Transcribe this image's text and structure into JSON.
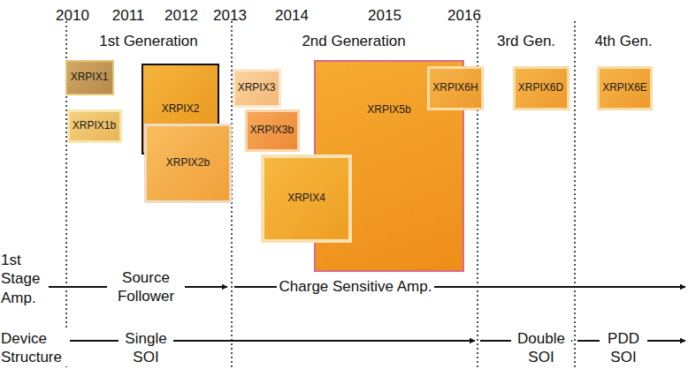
{
  "diagram": {
    "nodes": [
      {
        "text": [
          "XRPIX1"
        ]
      },
      {
        "text": [
          "XRPIX1b"
        ]
      },
      {
        "text": [
          "XRPIX2"
        ]
      },
      {
        "text": [
          "XRPIX2b"
        ]
      },
      {
        "text": [
          "XRPIX3"
        ]
      },
      {
        "text": [
          "XRPIX3b"
        ]
      },
      {
        "text": [
          "XRPIX4"
        ]
      },
      {
        "text": [
          "XRPIX5b"
        ]
      },
      {
        "text": [
          "XRPIX6H"
        ]
      },
      {
        "text": [
          "XRPIX6D"
        ]
      },
      {
        "text": [
          "XRPIX6E"
        ]
      }
    ],
    "labels": [
      "2010",
      "2011",
      "2012",
      "2013",
      "2014",
      "2015",
      "2016",
      "1st Generation",
      "2nd Generation",
      "3rd Gen.",
      "4th Gen.",
      "1st Stage Amp.",
      "Source Follower",
      "Charge Sensitive Amp.",
      "Device Structure",
      "Single SOI",
      "Double SOI",
      "PDD SOI"
    ]
  }
}
